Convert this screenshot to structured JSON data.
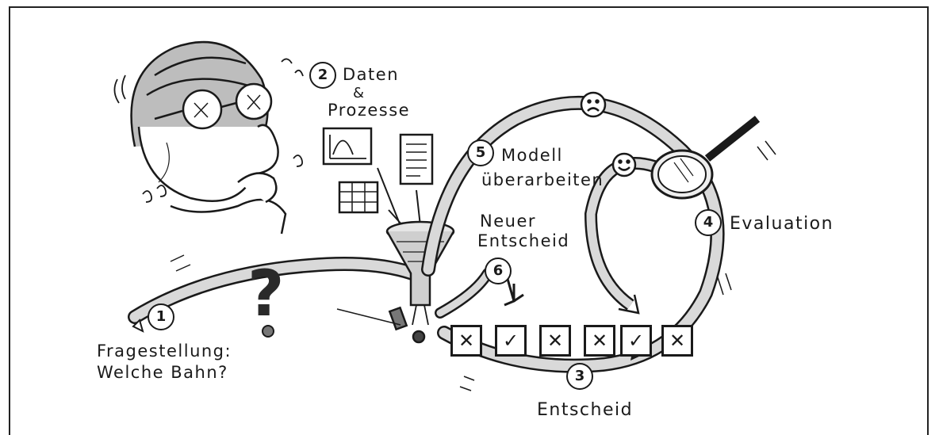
{
  "steps": {
    "s1": {
      "number": "1",
      "label": "Fragestellung:\nWelche Bahn?"
    },
    "s2": {
      "number": "2",
      "label_line1": "Daten",
      "label_line2": "&",
      "label_line3": "Prozesse"
    },
    "s3": {
      "number": "3",
      "label": "Entscheid"
    },
    "s4": {
      "number": "4",
      "label": "Evaluation"
    },
    "s5": {
      "number": "5",
      "label_line1": "Modell",
      "label_line2": "überarbeiten"
    },
    "s6": {
      "number": "6",
      "label_line1": "Neuer",
      "label_line2": "Entscheid"
    }
  },
  "decision_boxes": [
    {
      "mark": "✕",
      "icon": "cross-icon"
    },
    {
      "mark": "✓",
      "icon": "check-icon"
    },
    {
      "mark": "✕",
      "icon": "cross-icon"
    },
    {
      "mark": "✕",
      "icon": "cross-icon"
    },
    {
      "mark": "✓",
      "icon": "check-icon"
    },
    {
      "mark": "✕",
      "icon": "cross-icon"
    }
  ],
  "question_mark": "?",
  "colors": {
    "ink": "#1a1a1a",
    "path_fill": "#d9d9d9",
    "funnel": "#cfcfcf",
    "shade": "#e6e6e6"
  }
}
